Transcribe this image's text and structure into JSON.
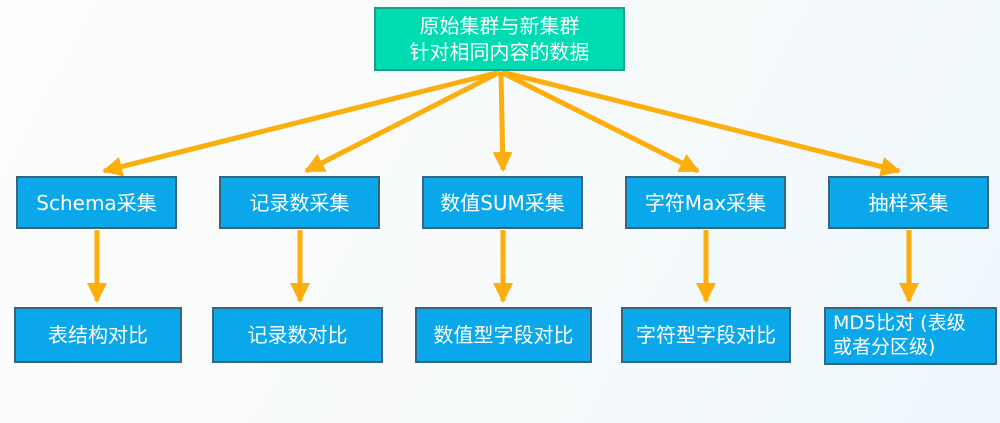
{
  "root_box": {
    "line1": "原始集群与新集群",
    "line2": "针对相同内容的数据"
  },
  "collect_row": [
    {
      "label": "Schema采集"
    },
    {
      "label": "记录数采集"
    },
    {
      "label": "数值SUM采集"
    },
    {
      "label": "字符Max采集"
    },
    {
      "label": "抽样采集"
    }
  ],
  "compare_row": [
    {
      "label": "表结构对比"
    },
    {
      "label": "记录数对比"
    },
    {
      "label": "数值型字段对比"
    },
    {
      "label": "字符型字段对比"
    },
    {
      "line1": "MD5比对 (表级",
      "line2": "或者分区级)"
    }
  ],
  "colors": {
    "root_fill": "#00dcb2",
    "root_border": "#16a188",
    "node_fill": "#0aa7ea",
    "node_border": "#39647d",
    "arrow": "#fcae0c",
    "text": "#ffffff",
    "bg_start": "#fdfdfc",
    "bg_end": "#edf7fc"
  }
}
